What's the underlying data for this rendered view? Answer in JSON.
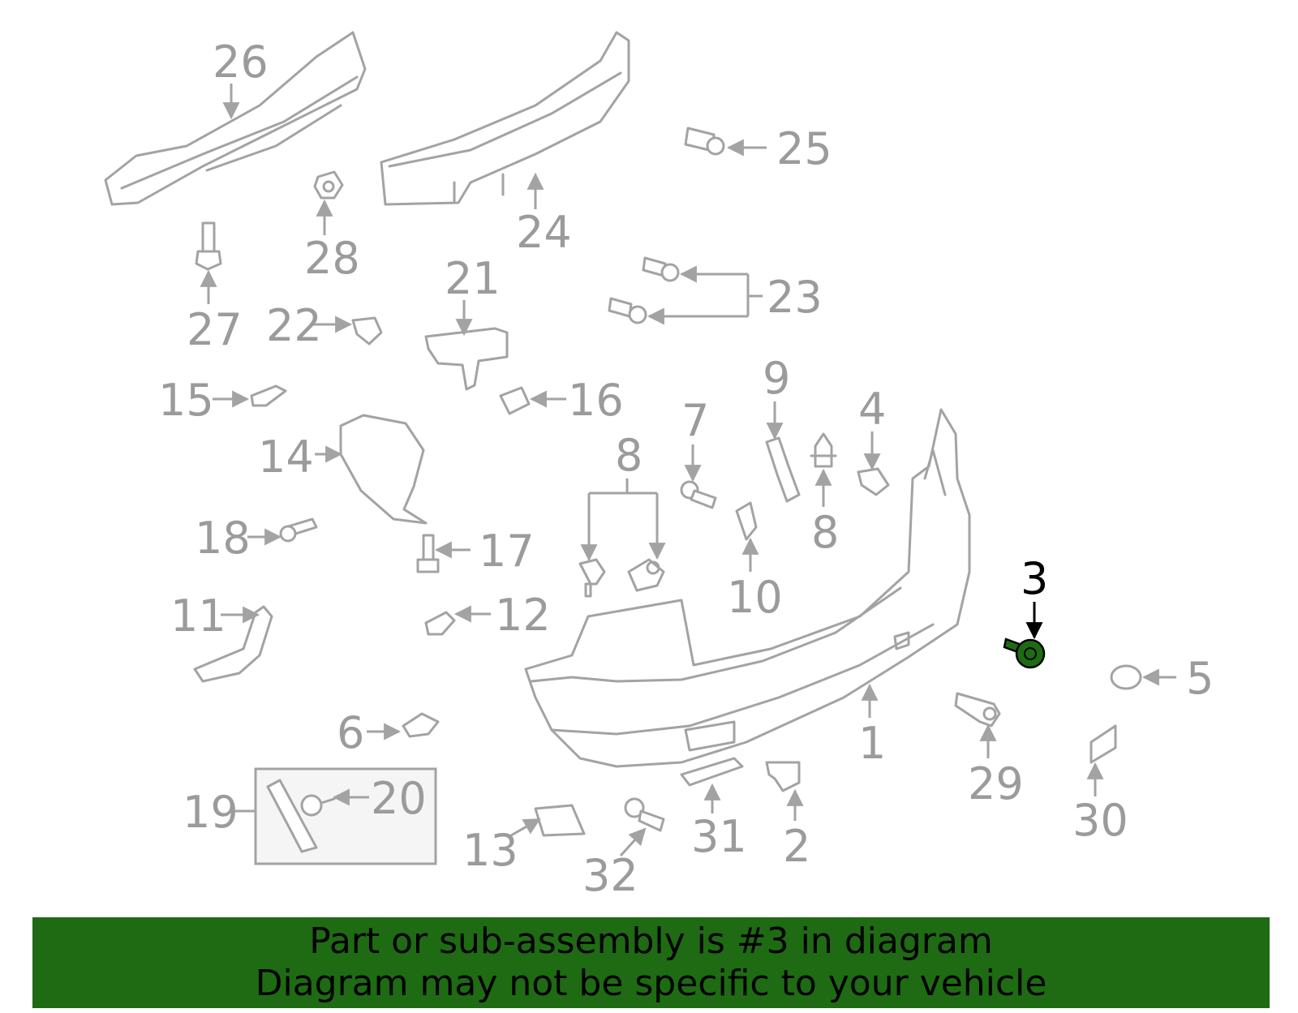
{
  "callouts": {
    "c1": "1",
    "c2": "2",
    "c3": "3",
    "c4": "4",
    "c5": "5",
    "c6": "6",
    "c7": "7",
    "c8a": "8",
    "c8b": "8",
    "c9": "9",
    "c10": "10",
    "c11": "11",
    "c12": "12",
    "c13": "13",
    "c14": "14",
    "c15": "15",
    "c16": "16",
    "c17": "17",
    "c18": "18",
    "c19": "19",
    "c20": "20",
    "c21": "21",
    "c22": "22",
    "c23": "23",
    "c24": "24",
    "c25": "25",
    "c26": "26",
    "c27": "27",
    "c28": "28",
    "c29": "29",
    "c30": "30",
    "c31": "31",
    "c32": "32"
  },
  "highlighted_part": "3",
  "colors": {
    "line": "#a3a3a3",
    "callout_text": "#9b9b9b",
    "highlight": "#1e6b13",
    "banner_bg": "#1e6b13"
  },
  "banner": {
    "line1": "Part or sub-assembly is #3 in diagram",
    "line2": "Diagram may not be specific to your vehicle"
  }
}
